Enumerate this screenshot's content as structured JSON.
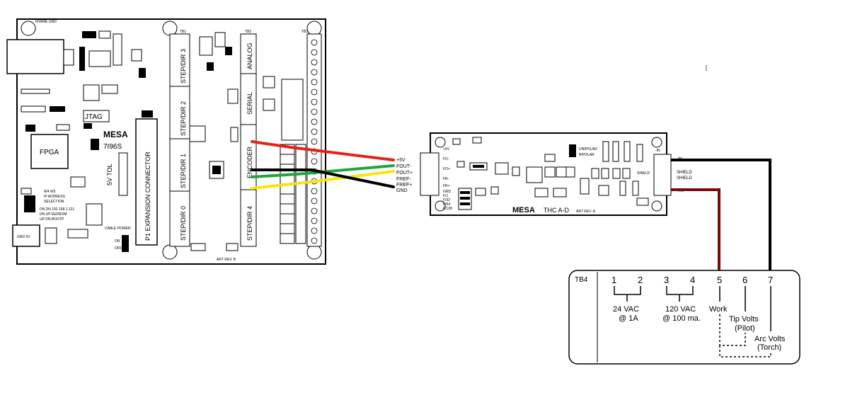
{
  "main_board": {
    "brand": "MESA",
    "model": "7I96S",
    "frame_label": "FRAME GND",
    "jtag_label": "JTAG",
    "fpga_label": "FPGA",
    "expansion_label": "P1 EXPANSION CONNECTOR",
    "tb_labels": [
      "TB1",
      "TB2",
      "TB3"
    ],
    "step_dir_labels": [
      "STEP/DIR 3",
      "STEP/DIR 2",
      "STEP/DIR 1",
      "STEP/DIR 0"
    ],
    "tb2_labels": [
      "ANALOG",
      "SERIAL",
      "ENCODER",
      "STEP/DIR 4"
    ],
    "power_5v": "5V TOL",
    "cable_power": "CABLE POWER",
    "on_label": "ON",
    "off_label": "OFF",
    "art_rev": "ART REV. B",
    "address_lines": [
      "W4 W5",
      "IP ADDRESS",
      "SELECTION",
      "DN DN 192.168.1.121",
      "DN UP EEPROM",
      "UP DN BOOTP"
    ],
    "gnd_label": "GND 5V"
  },
  "thc_board": {
    "brand": "MESA",
    "title": "THC A-D",
    "art_rev": "ART REV. A",
    "pin_labels": [
      "+5V",
      "FO-",
      "FO+",
      "FR-",
      "FR+",
      "GND",
      "F/1",
      "F/32",
      "F/64",
      "F/128"
    ],
    "unipolar": "UNIPOLAR",
    "bipolar": "BIPOLAR",
    "minus_in": "-IN",
    "plus_in": "+IN",
    "shield_labels": [
      "SHIELD",
      "SHIELD"
    ]
  },
  "wires": {
    "labels": [
      "+5V",
      "FOUT-",
      "FOUT+",
      "FREF-",
      "FREF+",
      "GND"
    ],
    "colors": {
      "red": "#e2231a",
      "green": "#1ea83b",
      "yellow": "#f5e60d",
      "black": "#000000",
      "darkred": "#7a0a0a"
    }
  },
  "terminal_block": {
    "title": "TB4",
    "pins": [
      "1",
      "2",
      "3",
      "4",
      "5",
      "6",
      "7"
    ],
    "label_24vac": "24 VAC",
    "label_24vac_sub": "@ 1A",
    "label_120vac": "120 VAC",
    "label_120vac_sub": "@ 100 ma.",
    "label_work": "Work",
    "label_tip": "Tip Volts",
    "label_tip_sub": "(Pilot)",
    "label_arc": "Arc Volts",
    "label_arc_sub": "(Torch)"
  },
  "stray_mark": "⁝"
}
